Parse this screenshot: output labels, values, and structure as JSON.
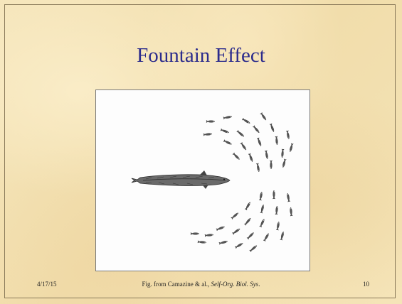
{
  "slide": {
    "title": "Fountain Effect",
    "footer": {
      "date": "4/17/15",
      "caption_prefix": "Fig. from Camazine & al., ",
      "caption_italic": "Self-Org. Biol. Sys",
      "caption_suffix": ".",
      "page_number": "10"
    }
  },
  "figure": {
    "icons": {
      "predator": "predator-fish-icon",
      "prey": "prey-fish-icon"
    },
    "colors": {
      "background": "#fdfdfd",
      "ink": "#444444"
    }
  }
}
